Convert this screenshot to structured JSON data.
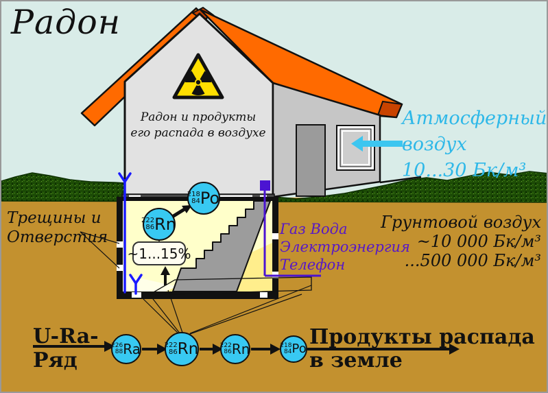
{
  "title": "Радон",
  "house_label": {
    "line1": "Радон и продукты",
    "line2": "его распада в воздухе"
  },
  "atmospheric_air": {
    "line1": "Атмосферный",
    "line2": "воздух",
    "line3": "10...30 Бк/м³"
  },
  "cracks": {
    "line1": "Трещины и",
    "line2": "Отверстия"
  },
  "utilities": {
    "line1": "Газ Вода",
    "line2": "Электроэнергия",
    "line3": "Телефон"
  },
  "soil_air": {
    "line1": "Грунтовой воздух",
    "line2": "~10 000 Бк/м³",
    "line3": "...500 000 Бк/м³"
  },
  "basement": {
    "percent": "~1...15%",
    "rn": {
      "mass": "222",
      "atomic": "86",
      "symbol": "Rn"
    },
    "po": {
      "mass": "218",
      "atomic": "84",
      "symbol": "Po"
    }
  },
  "decay_chain": {
    "source": {
      "line1": "U-Ra-",
      "line2": "Ряд"
    },
    "nodes": [
      {
        "mass": "226",
        "atomic": "88",
        "symbol": "Ra"
      },
      {
        "mass": "222",
        "atomic": "86",
        "symbol": "Rn"
      },
      {
        "mass": "222",
        "atomic": "86",
        "symbol": "Rn"
      },
      {
        "mass": "218",
        "atomic": "84",
        "symbol": "Po"
      }
    ],
    "result": {
      "line1": "Продукты распада",
      "line2": "в земле"
    }
  },
  "colors": {
    "sky": "#d9ece8",
    "ground": "#c3912f",
    "grass": "#1d4c06",
    "roof": "#ff6a00",
    "roof_shadow": "#c84300",
    "wall_front": "#e2e2e2",
    "wall_side": "#c6c6c6",
    "basement_fill": "#ffffca",
    "circle_fill": "#38c9f2",
    "warning_yellow": "#ffdf00",
    "cyan_text": "#2eb8e8",
    "purple_text": "#5618c8",
    "pipe_blue": "#1a1aff",
    "pipe_purple": "#4b14d2"
  }
}
